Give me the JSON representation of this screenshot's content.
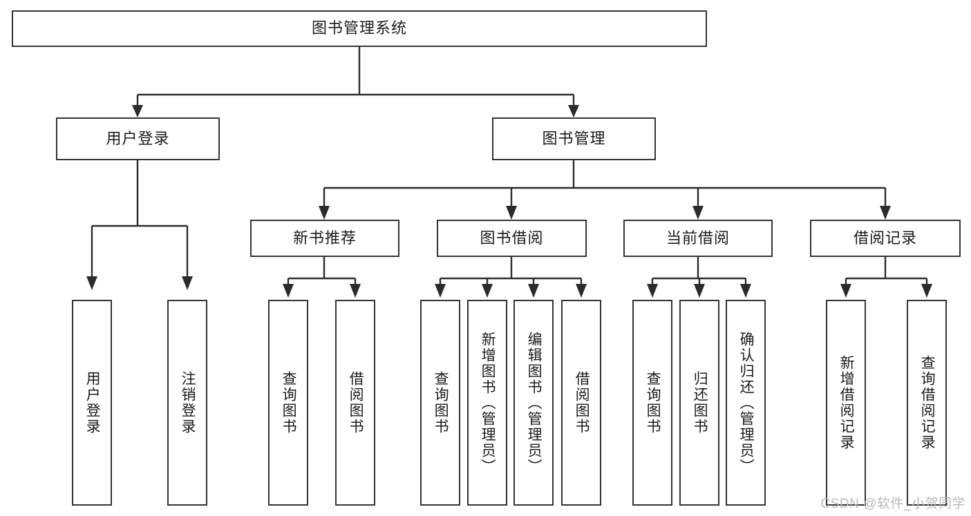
{
  "diagram": {
    "title": "图书管理系统",
    "type": "tree-hierarchy-diagram",
    "root": {
      "label": "图书管理系统"
    },
    "level2": [
      {
        "label": "用户登录"
      },
      {
        "label": "图书管理"
      }
    ],
    "level3": [
      {
        "label": "新书推荐"
      },
      {
        "label": "图书借阅"
      },
      {
        "label": "当前借阅"
      },
      {
        "label": "借阅记录"
      }
    ],
    "leaves": [
      {
        "label": "用户登录",
        "parent": "用户登录"
      },
      {
        "label": "注销登录",
        "parent": "用户登录"
      },
      {
        "label": "查询图书",
        "parent": "新书推荐"
      },
      {
        "label": "借阅图书",
        "parent": "新书推荐"
      },
      {
        "label": "查询图书",
        "parent": "图书借阅"
      },
      {
        "label": "新增图书（管理员）",
        "parent": "图书借阅"
      },
      {
        "label": "编辑图书（管理员）",
        "parent": "图书借阅"
      },
      {
        "label": "借阅图书",
        "parent": "图书借阅"
      },
      {
        "label": "查询图书",
        "parent": "当前借阅"
      },
      {
        "label": "归还图书",
        "parent": "当前借阅"
      },
      {
        "label": "确认归还（管理员）",
        "parent": "当前借阅"
      },
      {
        "label": "新增借阅记录",
        "parent": "借阅记录"
      },
      {
        "label": "查询借阅记录",
        "parent": "借阅记录"
      }
    ],
    "watermark": "CSDN @软件_小贺同学",
    "colors": {
      "box_border": "#333333",
      "box_fill": "#ffffff",
      "connector": "#2b2b2b",
      "text": "#1a1a1a",
      "watermark": "#b9b9b9",
      "background": "#ffffff"
    }
  }
}
